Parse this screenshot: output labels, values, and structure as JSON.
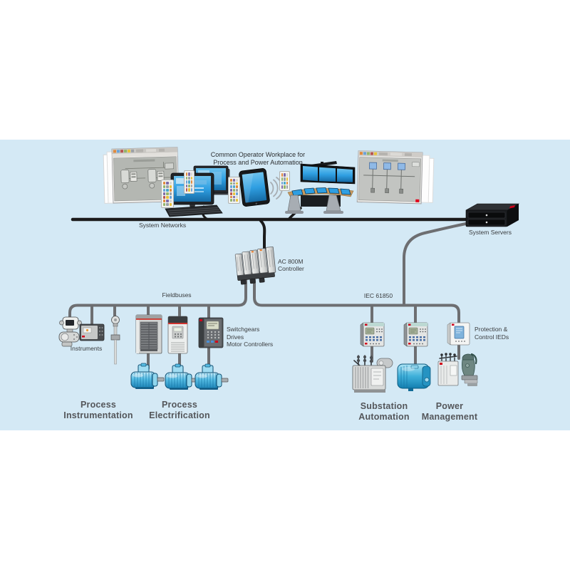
{
  "caption": {
    "line1": "Common Operator Workplace for",
    "line2": "Process and Power Automation"
  },
  "network": {
    "system_networks_label": "System Networks",
    "system_servers_label": "System Servers"
  },
  "controller": {
    "line1": "AC 800M",
    "line2": "Controller"
  },
  "buses": {
    "fieldbus_label": "Fieldbuses",
    "iec_label": "IEC 61850"
  },
  "field_devices": {
    "instruments_label": "Instruments",
    "switchgear_group": {
      "l1": "Switchgears",
      "l2": "Drives",
      "l3": "Motor Controllers"
    },
    "protection_group": {
      "l1": "Protection &",
      "l2": "Control IEDs"
    }
  },
  "areas": {
    "process_instrumentation": {
      "l1": "Process",
      "l2": "Instrumentation"
    },
    "process_electrification": {
      "l1": "Process",
      "l2": "Electrification"
    },
    "substation_automation": {
      "l1": "Substation",
      "l2": "Automation"
    },
    "power_management": {
      "l1": "Power",
      "l2": "Management"
    }
  },
  "colors": {
    "background_band": "#d4e9f5",
    "network_line": "#1b1b1b",
    "bus_line": "#6d6e71",
    "label_text": "#3a3c3e",
    "area_label_text": "#54565a",
    "screen_blue": "#2f9fe2",
    "motor_cyan": "#3aa8d8",
    "brand_red": "#e2001a",
    "app_icon_palette": [
      "#e08a3c",
      "#6aa3d8",
      "#b85450",
      "#93b56a",
      "#7e6aa8",
      "#49a8c9",
      "#e8c23a",
      "#9aa0a6",
      "#d8d8d4"
    ]
  }
}
